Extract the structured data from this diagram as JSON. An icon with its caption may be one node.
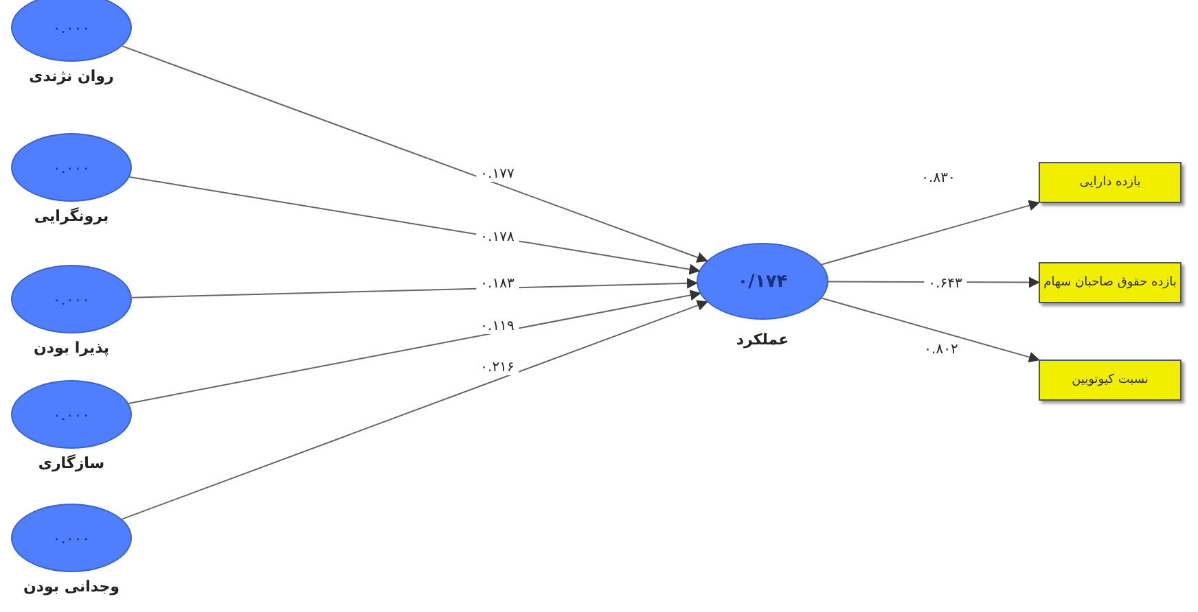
{
  "diagram": {
    "nodes": [
      {
        "text": [
          "۰.۰۰۰",
          "روان نژندی"
        ]
      },
      {
        "text": [
          "۰.۰۰۰",
          "برونگرایی"
        ]
      },
      {
        "text": [
          "۰.۰۰۰",
          "پذیرا بودن"
        ]
      },
      {
        "text": [
          "۰.۰۰۰",
          "سازگاری"
        ]
      },
      {
        "text": [
          "۰.۰۰۰",
          "وجدانی بودن"
        ]
      },
      {
        "text": [
          "۰/۱۷۴",
          "عملکرد"
        ]
      },
      {
        "text": [
          "بازده دارایی"
        ]
      },
      {
        "text": [
          "بازده حقوق صاحبان سهام"
        ]
      },
      {
        "text": [
          "نسبت کیوتوبین"
        ]
      }
    ],
    "edges": [
      {
        "from": 0,
        "to": 5,
        "arrow": "to",
        "label": "۰.۱۷۷"
      },
      {
        "from": 1,
        "to": 5,
        "arrow": "to",
        "label": "۰.۱۷۸"
      },
      {
        "from": 2,
        "to": 5,
        "arrow": "to",
        "label": "۰.۱۸۳"
      },
      {
        "from": 3,
        "to": 5,
        "arrow": "to",
        "label": "۰.۱۱۹"
      },
      {
        "from": 4,
        "to": 5,
        "arrow": "to",
        "label": "۰.۲۱۶"
      },
      {
        "from": 5,
        "to": 6,
        "arrow": "to",
        "label": "۰.۸۳۰"
      },
      {
        "from": 5,
        "to": 7,
        "arrow": "to",
        "label": "۰.۶۴۳"
      },
      {
        "from": 5,
        "to": 8,
        "arrow": "to",
        "label": "۰.۸۰۲"
      }
    ]
  }
}
